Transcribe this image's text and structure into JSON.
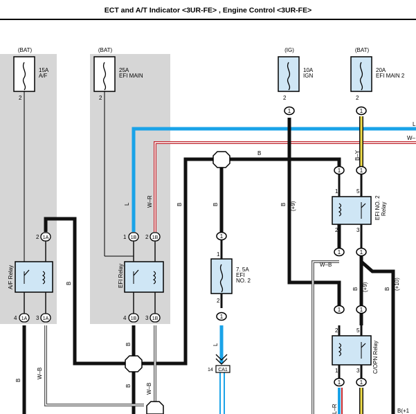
{
  "page": {
    "title": "ECT and A/T Indicator <3UR-FE> , Engine Control <3UR-FE>"
  },
  "colors": {
    "wire_blue": "#1aa3e8",
    "wire_red": "#c0262e",
    "wire_yellow": "#f2e04a",
    "relay_fill": "#cfe6f5",
    "panel_gray": "#d6d6d6",
    "wire_black": "#111111"
  },
  "fuses": [
    {
      "supply": "(BAT)",
      "rating": "15A",
      "name": "A/F",
      "pin": "2"
    },
    {
      "supply": "(BAT)",
      "rating": "25A",
      "name": "EFI MAIN",
      "pin": "2"
    },
    {
      "supply": "(IG)",
      "rating": "10A",
      "name": "IGN",
      "pin": "2"
    },
    {
      "supply": "(BAT)",
      "rating": "20A",
      "name": "EFI MAIN 2",
      "pin": "2"
    },
    {
      "rating": "7. 5A",
      "name_1": "EFI",
      "name_2": "NO. 2",
      "pin_top": "1",
      "pin_bottom": "2"
    }
  ],
  "relays": [
    {
      "name": "A/F Relay",
      "pins_top": [
        "2",
        "1A"
      ],
      "pins_bottom": [
        "4",
        "1A",
        "3",
        "1A"
      ]
    },
    {
      "name": "EFI Relay",
      "pins_top": [
        "1",
        "1B",
        "2",
        "1B"
      ],
      "pins_bottom": [
        "4",
        "1B",
        "3",
        "1B"
      ]
    },
    {
      "name_1": "EFI NO. 2",
      "name_2": "Relay",
      "pins": [
        "1",
        "5",
        "2",
        "3"
      ]
    },
    {
      "name": "C/OPN Relay",
      "pins": [
        "2",
        "5",
        "1",
        "3"
      ]
    }
  ],
  "wires": {
    "L": "L",
    "W_R": "W–R",
    "B": "B",
    "B_Y": "B–Y",
    "W_B": "W–B",
    "right_L": "L",
    "right_W": "W–",
    "B_tag_9": "(+9)",
    "B_tag_10": "(+10)",
    "L_R": "L–R",
    "B_plus": "B(+1"
  },
  "connectors": {
    "ca1": "CA1",
    "ca1_pin": "14"
  },
  "junction_label": "1"
}
